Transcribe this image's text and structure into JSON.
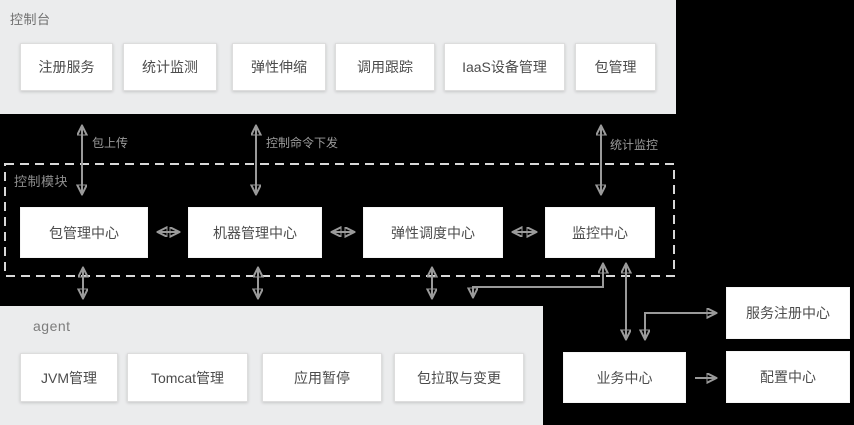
{
  "colors": {
    "canvas_bg": "#000000",
    "panel_bg": "#ebeced",
    "box_bg": "#ffffff",
    "box_text": "#4c4c4c",
    "arrow": "#9a9a9a",
    "dashed_border": "#d8d8d8"
  },
  "console": {
    "label": "控制台",
    "items": [
      "注册服务",
      "统计监测",
      "弹性伸缩",
      "调用跟踪",
      "IaaS设备管理",
      "包管理"
    ]
  },
  "flows": {
    "package_upload": "包上传",
    "command_dispatch": "控制命令下发",
    "stats_monitor": "统计监控"
  },
  "control_module": {
    "label": "控制模块",
    "items": [
      "包管理中心",
      "机器管理中心",
      "弹性调度中心",
      "监控中心"
    ]
  },
  "agent": {
    "label": "agent",
    "items": [
      "JVM管理",
      "Tomcat管理",
      "应用暂停",
      "包拉取与变更"
    ]
  },
  "services": {
    "business": "业务中心",
    "config": "配置中心",
    "registry": "服务注册中心"
  }
}
